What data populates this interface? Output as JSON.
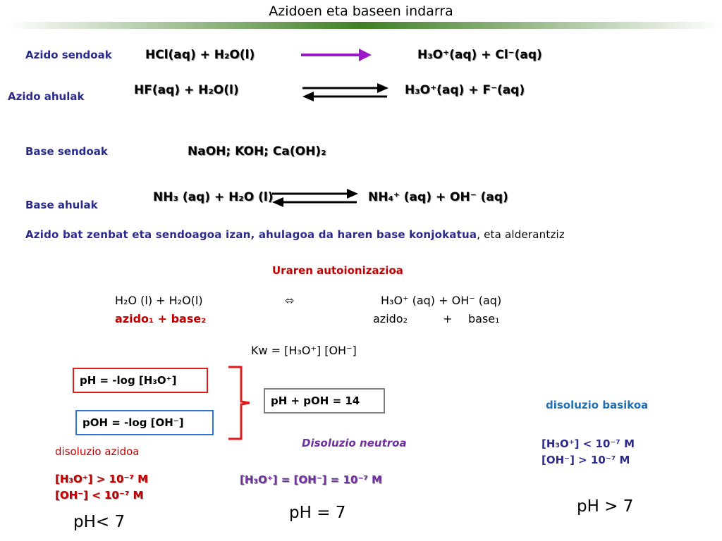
{
  "title": "Azidoen eta baseen indarra",
  "colors": {
    "accent_blue": "#2a2a8a",
    "red": "#c00000",
    "purple": "#7030a0",
    "green": "#4f8a2e"
  },
  "strong_acids": {
    "label": "Azido sendoak",
    "left": "HCl(aq) + H₂O(l)",
    "right": "H₃O⁺(aq) + Cl⁻(aq)"
  },
  "weak_acids": {
    "label": "Azido ahulak",
    "left": "HF(aq) + H₂O(l)",
    "right": "H₃O⁺(aq) + F⁻(aq)"
  },
  "strong_bases": {
    "label": "Base sendoak",
    "formula": "NaOH; KOH; Ca(OH)₂"
  },
  "weak_bases": {
    "label": "Base ahulak",
    "left": "NH₃ (aq) + H₂O (l)",
    "right": "NH₄⁺ (aq) + OH⁻ (aq)"
  },
  "statement": {
    "main": "Azido bat zenbat eta sendoagoa izan, ahulagoa da haren base konjokatua",
    "tail": ", eta alderantziz"
  },
  "autoionization": {
    "title": "Uraren autoionizazioa",
    "left": "H₂O (l) + H₂O(l)",
    "symbol": "⬄",
    "right": "H₃O⁺ (aq) + OH⁻ (aq)",
    "left_roles": "azido₁ + base₂",
    "right_role_acid": "azido₂",
    "right_plus": "+",
    "right_role_base": "base₁",
    "kw": "Kw = [H₃O⁺] [OH⁻]"
  },
  "formulas": {
    "ph": "pH = -log [H₃O⁺]",
    "poh": "pOH = -log [OH⁻]",
    "sum": "pH + pOH = 14"
  },
  "acidic": {
    "label": "disoluzio azidoa",
    "cond1": "[H₃O⁺] > 10⁻⁷ M",
    "cond2": "[OH⁻] < 10⁻⁷ M",
    "ph": "pH< 7"
  },
  "neutral": {
    "label": "Disoluzio neutroa",
    "cond": "[H₃O⁺] = [OH⁻] = 10⁻⁷ M",
    "ph": "pH = 7"
  },
  "basic": {
    "label": "disoluzio basikoa",
    "cond1": "[H₃O⁺] < 10⁻⁷ M",
    "cond2": "[OH⁻] > 10⁻⁷ M",
    "ph": "pH > 7"
  }
}
